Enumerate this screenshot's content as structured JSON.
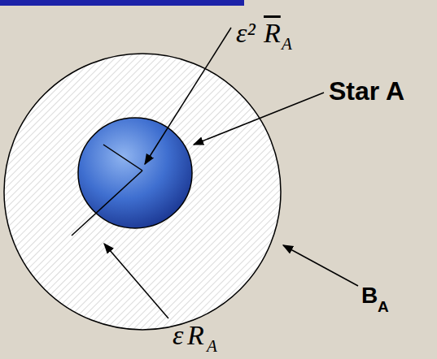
{
  "diagram": {
    "labels": [
      "ε²",
      "R",
      "A",
      "Star A",
      "B",
      "A",
      "ε",
      "R",
      "A"
    ]
  }
}
